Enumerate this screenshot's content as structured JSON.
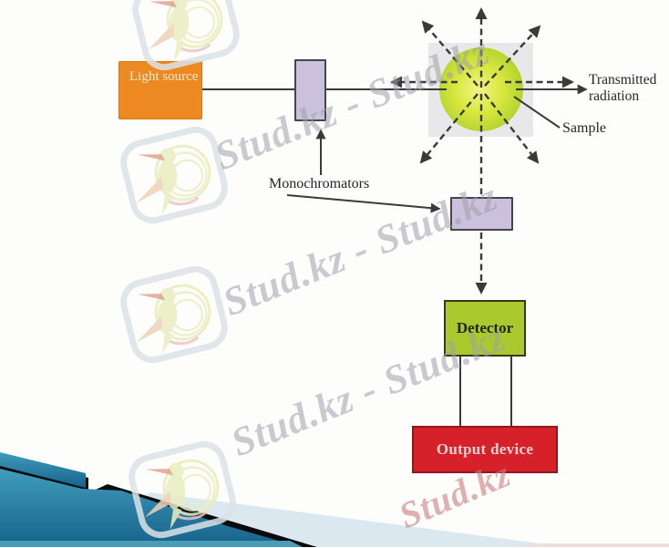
{
  "diagram": {
    "light_source_label": "Light source",
    "monochromators_label": "Monochromators",
    "sample_label": "Sample",
    "transmitted_radiation_label": "Transmitted radiation",
    "detector_label": "Detector",
    "output_device_label": "Output device"
  },
  "watermark": {
    "repeat_text": "Stud.kz - Stud.kz",
    "brand_text": "Stud.kz",
    "logo": "stud-kz-hummingbird"
  },
  "colors": {
    "line": "#3a3a3a",
    "label_text": "#262626",
    "light_source_fill": "#ec8920",
    "light_source_text": "#f7ead2",
    "mono_fill": "#cbc1dd",
    "mono_border": "#45454d",
    "square_fill": "#e8e8ea",
    "circle_core": "#f2f488",
    "circle_mid": "#d9e83f",
    "circle_edge": "#a9ca28",
    "detector_fill": "#a9c92d",
    "detector_border": "#333b16",
    "detector_text": "#20260c",
    "output_fill": "#d6202a",
    "output_border": "#8c191e",
    "output_text": "#f2d2d2",
    "wm_gray": "rgba(158,160,170,0.55)",
    "wm_pink": "rgba(206,128,128,0.62)",
    "teal_1": "#3f9cbd",
    "teal_2": "#176288",
    "pale_wedge": "#dce8f0",
    "strip": "#4b9db7",
    "bottom_line": "#efe0dc"
  }
}
